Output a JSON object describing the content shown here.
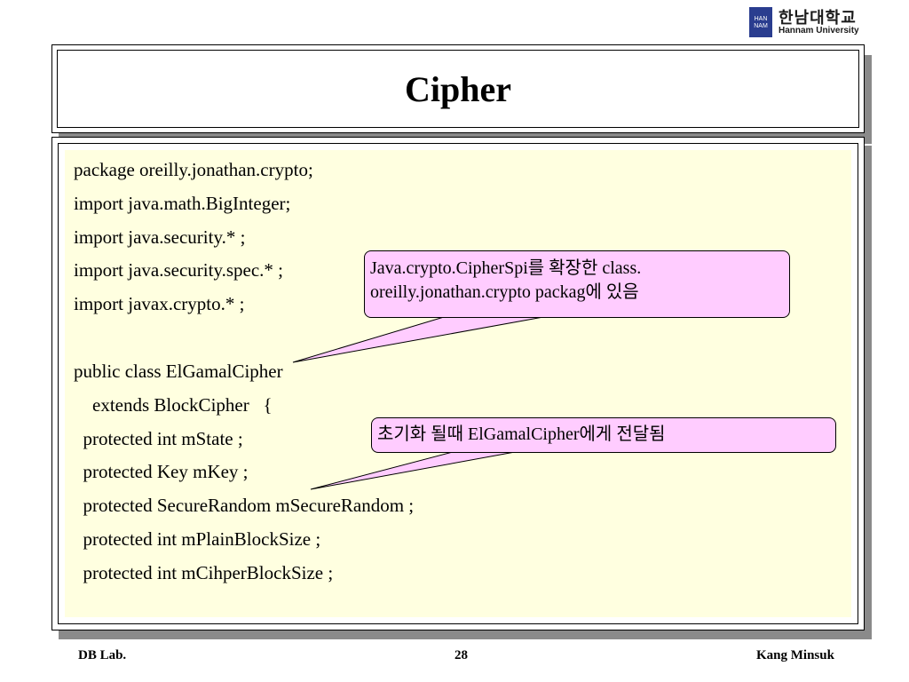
{
  "logo": {
    "mark_text": "HAN NAM",
    "korean_name": "한남대학교",
    "english_name": "Hannam University"
  },
  "slide": {
    "title": "Cipher"
  },
  "code": {
    "lines": [
      "package oreilly.jonathan.crypto;",
      "import java.math.BigInteger;",
      "import java.security.* ;",
      "import java.security.spec.* ;",
      "import javax.crypto.* ;",
      "",
      "public class ElGamalCipher",
      "    extends BlockCipher   {",
      "  protected int mState ;",
      "  protected Key mKey ;",
      "  protected SecureRandom mSecureRandom ;",
      "  protected int mPlainBlockSize ;",
      "  protected int mCihperBlockSize ;"
    ]
  },
  "callouts": {
    "superclass_note": {
      "line1": "Java.crypto.CipherSpi를 확장한 class.",
      "line2": "oreilly.jonathan.crypto packag에 있음"
    },
    "init_note": {
      "text": "초기화 될때 ElGamalCipher에게 전달됨"
    }
  },
  "colors": {
    "code_background": "#ffffe0",
    "callout_background": "#ffccff",
    "shadow": "#8a8a8a"
  },
  "footer": {
    "left": "DB Lab.",
    "page_number": "28",
    "right": "Kang Minsuk"
  }
}
